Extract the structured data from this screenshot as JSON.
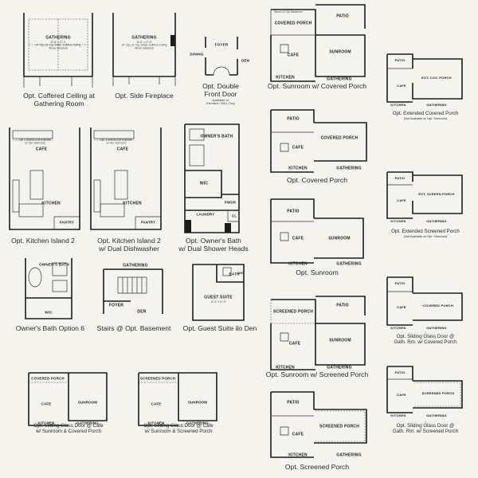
{
  "page": {
    "title": "Floor Plan Options"
  },
  "options": {
    "coffered": {
      "caption_l1": "Opt. Coffered Ceiling at",
      "caption_l2": "Gathering Room",
      "room": "GATHERING",
      "dims": "20'-8\" x 17'-0\"",
      "ceiling": "14' Clg. (11' Clg. w/Opt. Coffered Ceiling Above Selected)"
    },
    "side_fireplace": {
      "caption": "Opt. Side Fireplace",
      "room": "GATHERING",
      "dims": "16'-8\" x 17'-0\"",
      "ceiling": "14' Clg. (11' Clg. w/Opt. Coffered Ceiling Above Selected)"
    },
    "double_door": {
      "caption_l1": "Opt. Double",
      "caption_l2": "Front Door",
      "note_l1": "Available w/",
      "note_l2": "Elevation 3001 Only",
      "foyer": "FOYER",
      "dining": "DINING",
      "den": "DEN"
    },
    "sunroom_covered": {
      "caption": "Opt. Sunroom w/ Covered Porch",
      "covered_porch": "COVERED PORCH",
      "patio": "PATIO",
      "sunroom": "SUNROOM",
      "cafe": "CAFE",
      "kitchen": "KITCHEN",
      "gathering": "GATHERING",
      "note": "Bench w/ Opt. Basement"
    },
    "ext_covered": {
      "caption_l1": "Opt. Extended Covered Porch",
      "caption_l2": "(Not Available w/ Opt. Sunroom)",
      "patio": "PATIO",
      "porch": "EXT. COV. PORCH",
      "cafe": "CAFE",
      "kitchen": "KITCHEN",
      "gathering": "GATHERING"
    },
    "kitchen_island": {
      "caption_l1": "Opt. Kitchen Island 2",
      "cafe": "CAFE",
      "kitchen": "KITCHEN",
      "pantry": "PANTRY",
      "note": "Opt. Cabinets (Not Available w/ Opt. Sunroom)"
    },
    "kitchen_dish": {
      "caption_l1": "Opt. Kitchen Island 2",
      "caption_l2": "w/ Dual Dishwasher",
      "cafe": "CAFE",
      "kitchen": "KITCHEN",
      "pantry": "PANTRY",
      "note": "Opt. Cabinets (Not Available w/ Opt. Sunroom)"
    },
    "owners_bath": {
      "caption_l1": "Opt. Owner's Bath",
      "caption_l2": "w/ Dual Shower Heads",
      "owners_bath": "OWNER'S BATH",
      "wic": "WIC",
      "laundry": "LAUNDRY",
      "pwdr": "PWDR",
      "cl": "CL"
    },
    "covered_porch": {
      "caption": "Opt. Covered Porch",
      "patio": "PATIO",
      "porch": "COVERED PORCH",
      "cafe": "CAFE",
      "kitchen": "KITCHEN",
      "gathering": "GATHERING"
    },
    "ext_screened": {
      "caption_l1": "Opt. Extended Screened Porch",
      "caption_l2": "(Not Available w/ Opt. Sunroom)",
      "patio": "PATIO",
      "porch": "EXT. SCREEN PORCH",
      "cafe": "CAFE",
      "kitchen": "KITCHEN",
      "gathering": "GATHERING"
    },
    "sunroom": {
      "caption": "Opt. Sunroom",
      "patio": "PATIO",
      "sunroom": "SUNROOM",
      "cafe": "CAFE",
      "kitchen": "KITCHEN",
      "gathering": "GATHERING"
    },
    "bath6": {
      "caption": "Owner's Bath Option 6",
      "owners_bath": "OWNER'S BATH",
      "wic": "WIC"
    },
    "stairs": {
      "caption": "Stairs @ Opt. Basement",
      "gathering": "GATHERING",
      "foyer": "FOYER",
      "den": "DEN"
    },
    "guest_suite": {
      "caption": "Opt. Guest Suite ilo Den",
      "suite": "GUEST SUITE",
      "dims": "12'-4\" x 11'-0\"",
      "bath": "BATH",
      "wic": "WIC"
    },
    "sunroom_screened": {
      "caption": "Opt. Sunroom w/ Screened Porch",
      "porch": "SCREENED PORCH",
      "patio": "PATIO",
      "sunroom": "SUNROOM",
      "cafe": "CAFE",
      "kitchen": "KITCHEN",
      "gathering": "GATHERING"
    },
    "sgd_covered": {
      "caption_l1": "Opt. Sliding Glass Door @",
      "caption_l2": "Gath. Rm. w/ Covered Porch",
      "patio": "PATIO",
      "porch": "COVERED PORCH",
      "cafe": "CAFE",
      "kitchen": "KITCHEN",
      "gathering": "GATHERING"
    },
    "sgd_cafe_covered": {
      "caption_l1": "Opt. Sliding Glass Door @ Cafe",
      "caption_l2": "w/ Sunroom & Covered Porch",
      "porch": "COVERED PORCH",
      "sunroom": "SUNROOM",
      "cafe": "CAFE",
      "kitchen": "KITCHEN",
      "gathering": "GATHERING"
    },
    "sgd_cafe_screened": {
      "caption_l1": "Opt. Sliding Glass Door @ Cafe",
      "caption_l2": "w/ Sunroom & Screened Porch",
      "porch": "SCREENED PORCH",
      "sunroom": "SUNROOM",
      "cafe": "CAFE",
      "kitchen": "KITCHEN",
      "gathering": "GATHERING"
    },
    "screened_porch": {
      "caption": "Opt. Screened Porch",
      "patio": "PATIO",
      "porch": "SCREENED PORCH",
      "cafe": "CAFE",
      "kitchen": "KITCHEN",
      "gathering": "GATHERING"
    },
    "sgd_screened": {
      "caption_l1": "Opt. Sliding Glass Door @",
      "caption_l2": "Gath. Rm. w/ Screened Porch",
      "patio": "PATIO",
      "porch": "SCREENED PORCH",
      "cafe": "CAFE",
      "kitchen": "KITCHEN",
      "gathering": "GATHERING"
    }
  }
}
